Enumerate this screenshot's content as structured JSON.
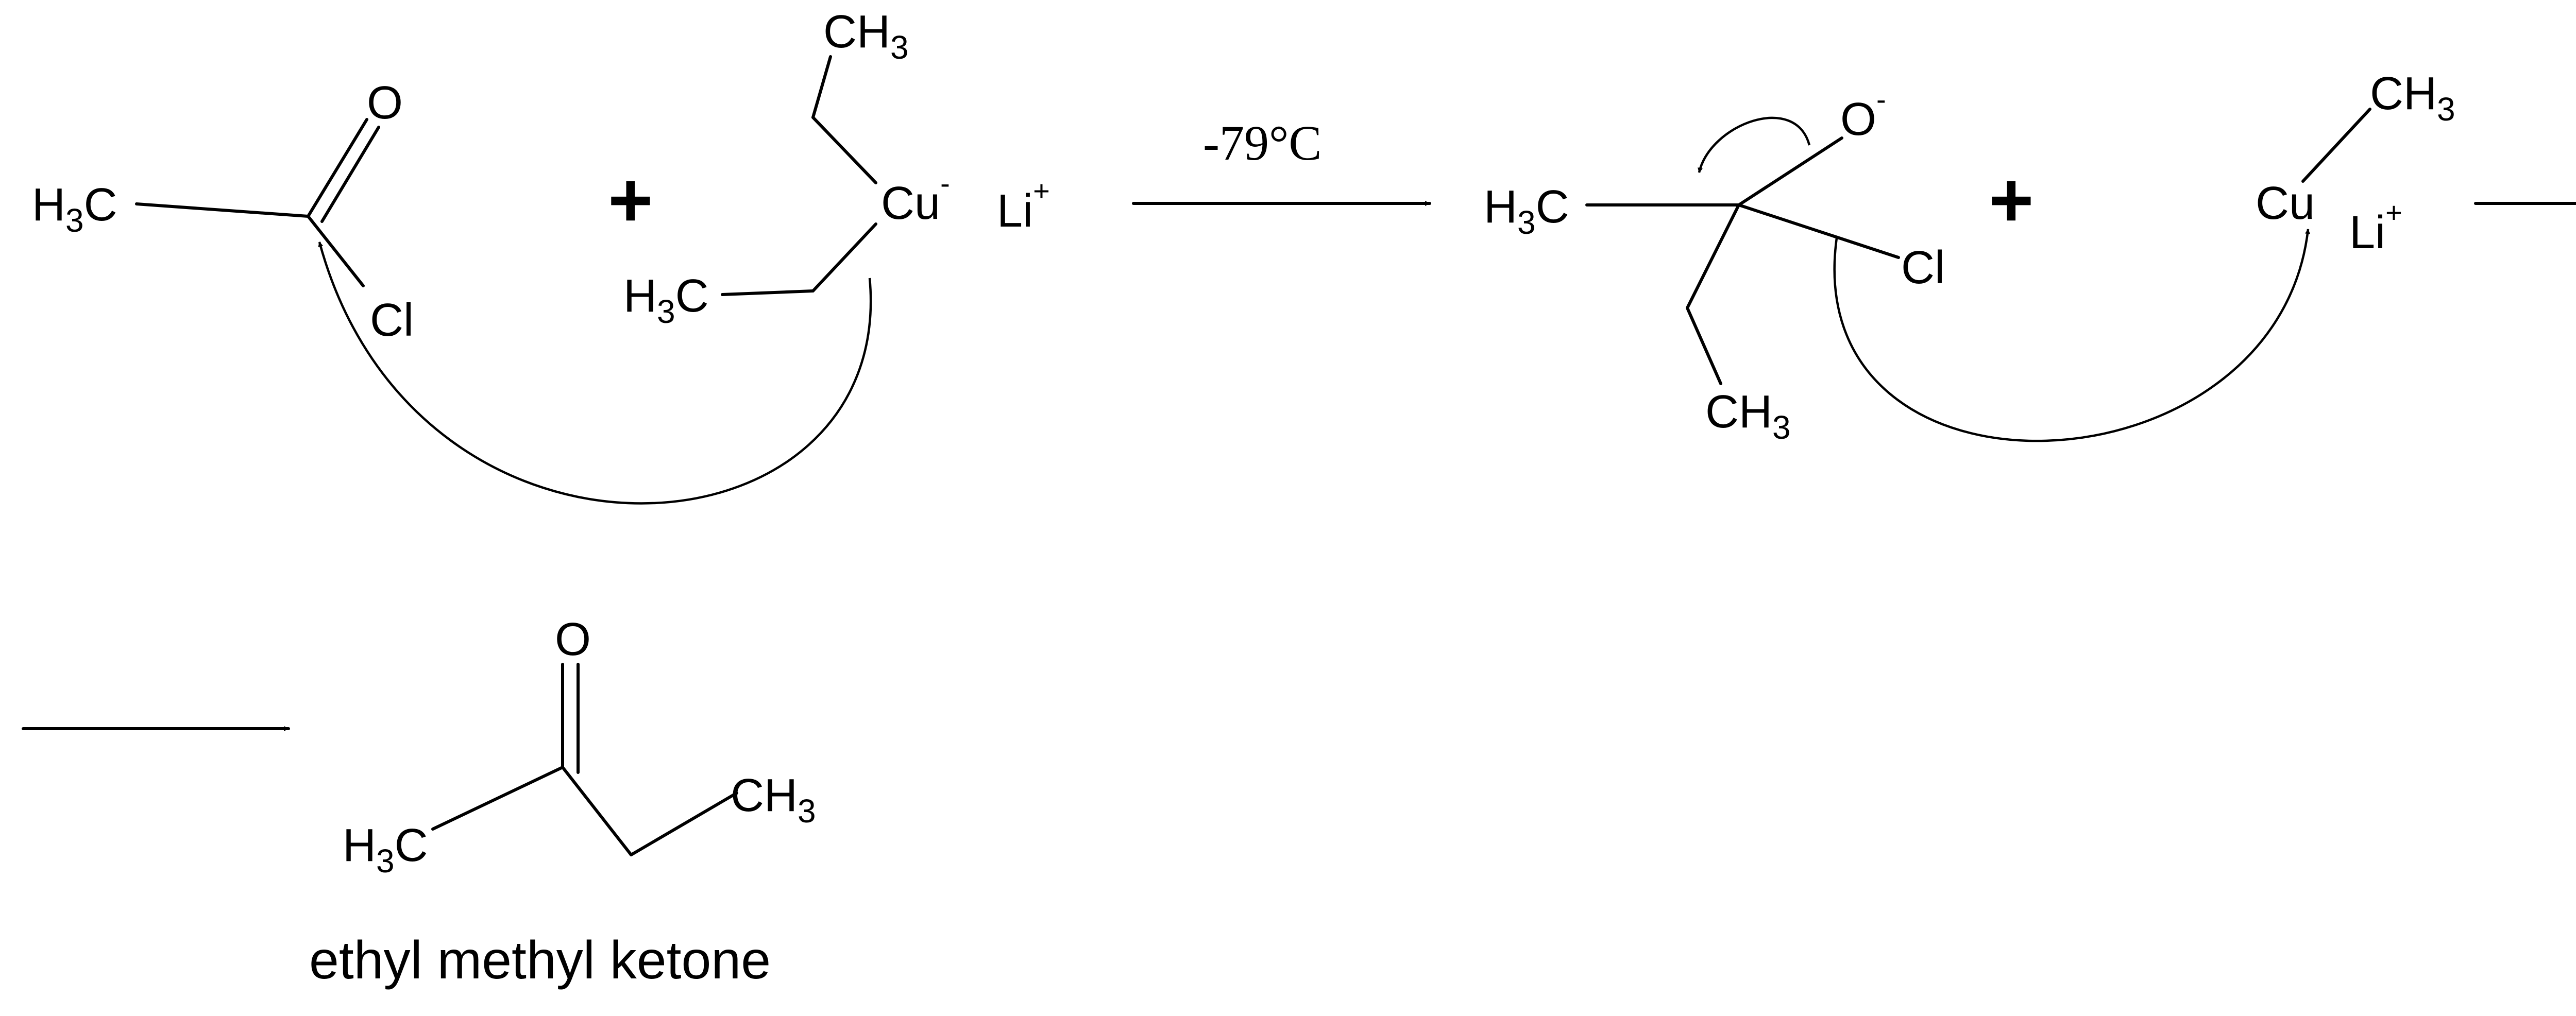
{
  "reactant1": {
    "methyl": "H3C",
    "oxygen": "O",
    "chlorine": "Cl"
  },
  "operators": {
    "plus": "+"
  },
  "reagent1": {
    "top_methyl": "CH3",
    "copper": "Cu",
    "copper_charge": "-",
    "lithium": "Li",
    "lithium_charge": "+",
    "left_methyl": "H3C"
  },
  "condition": {
    "temperature": "-79°C"
  },
  "intermediate": {
    "methyl": "H3C",
    "oxygen": "O",
    "oxygen_charge": "-",
    "chlorine": "Cl",
    "bottom_methyl": "CH3"
  },
  "reagent2": {
    "methyl": "CH3",
    "copper": "Cu",
    "lithium": "Li",
    "lithium_charge": "+"
  },
  "product": {
    "oxygen": "O",
    "left_methyl": "H3C",
    "right_methyl": "CH3",
    "name": "ethyl methyl ketone"
  }
}
